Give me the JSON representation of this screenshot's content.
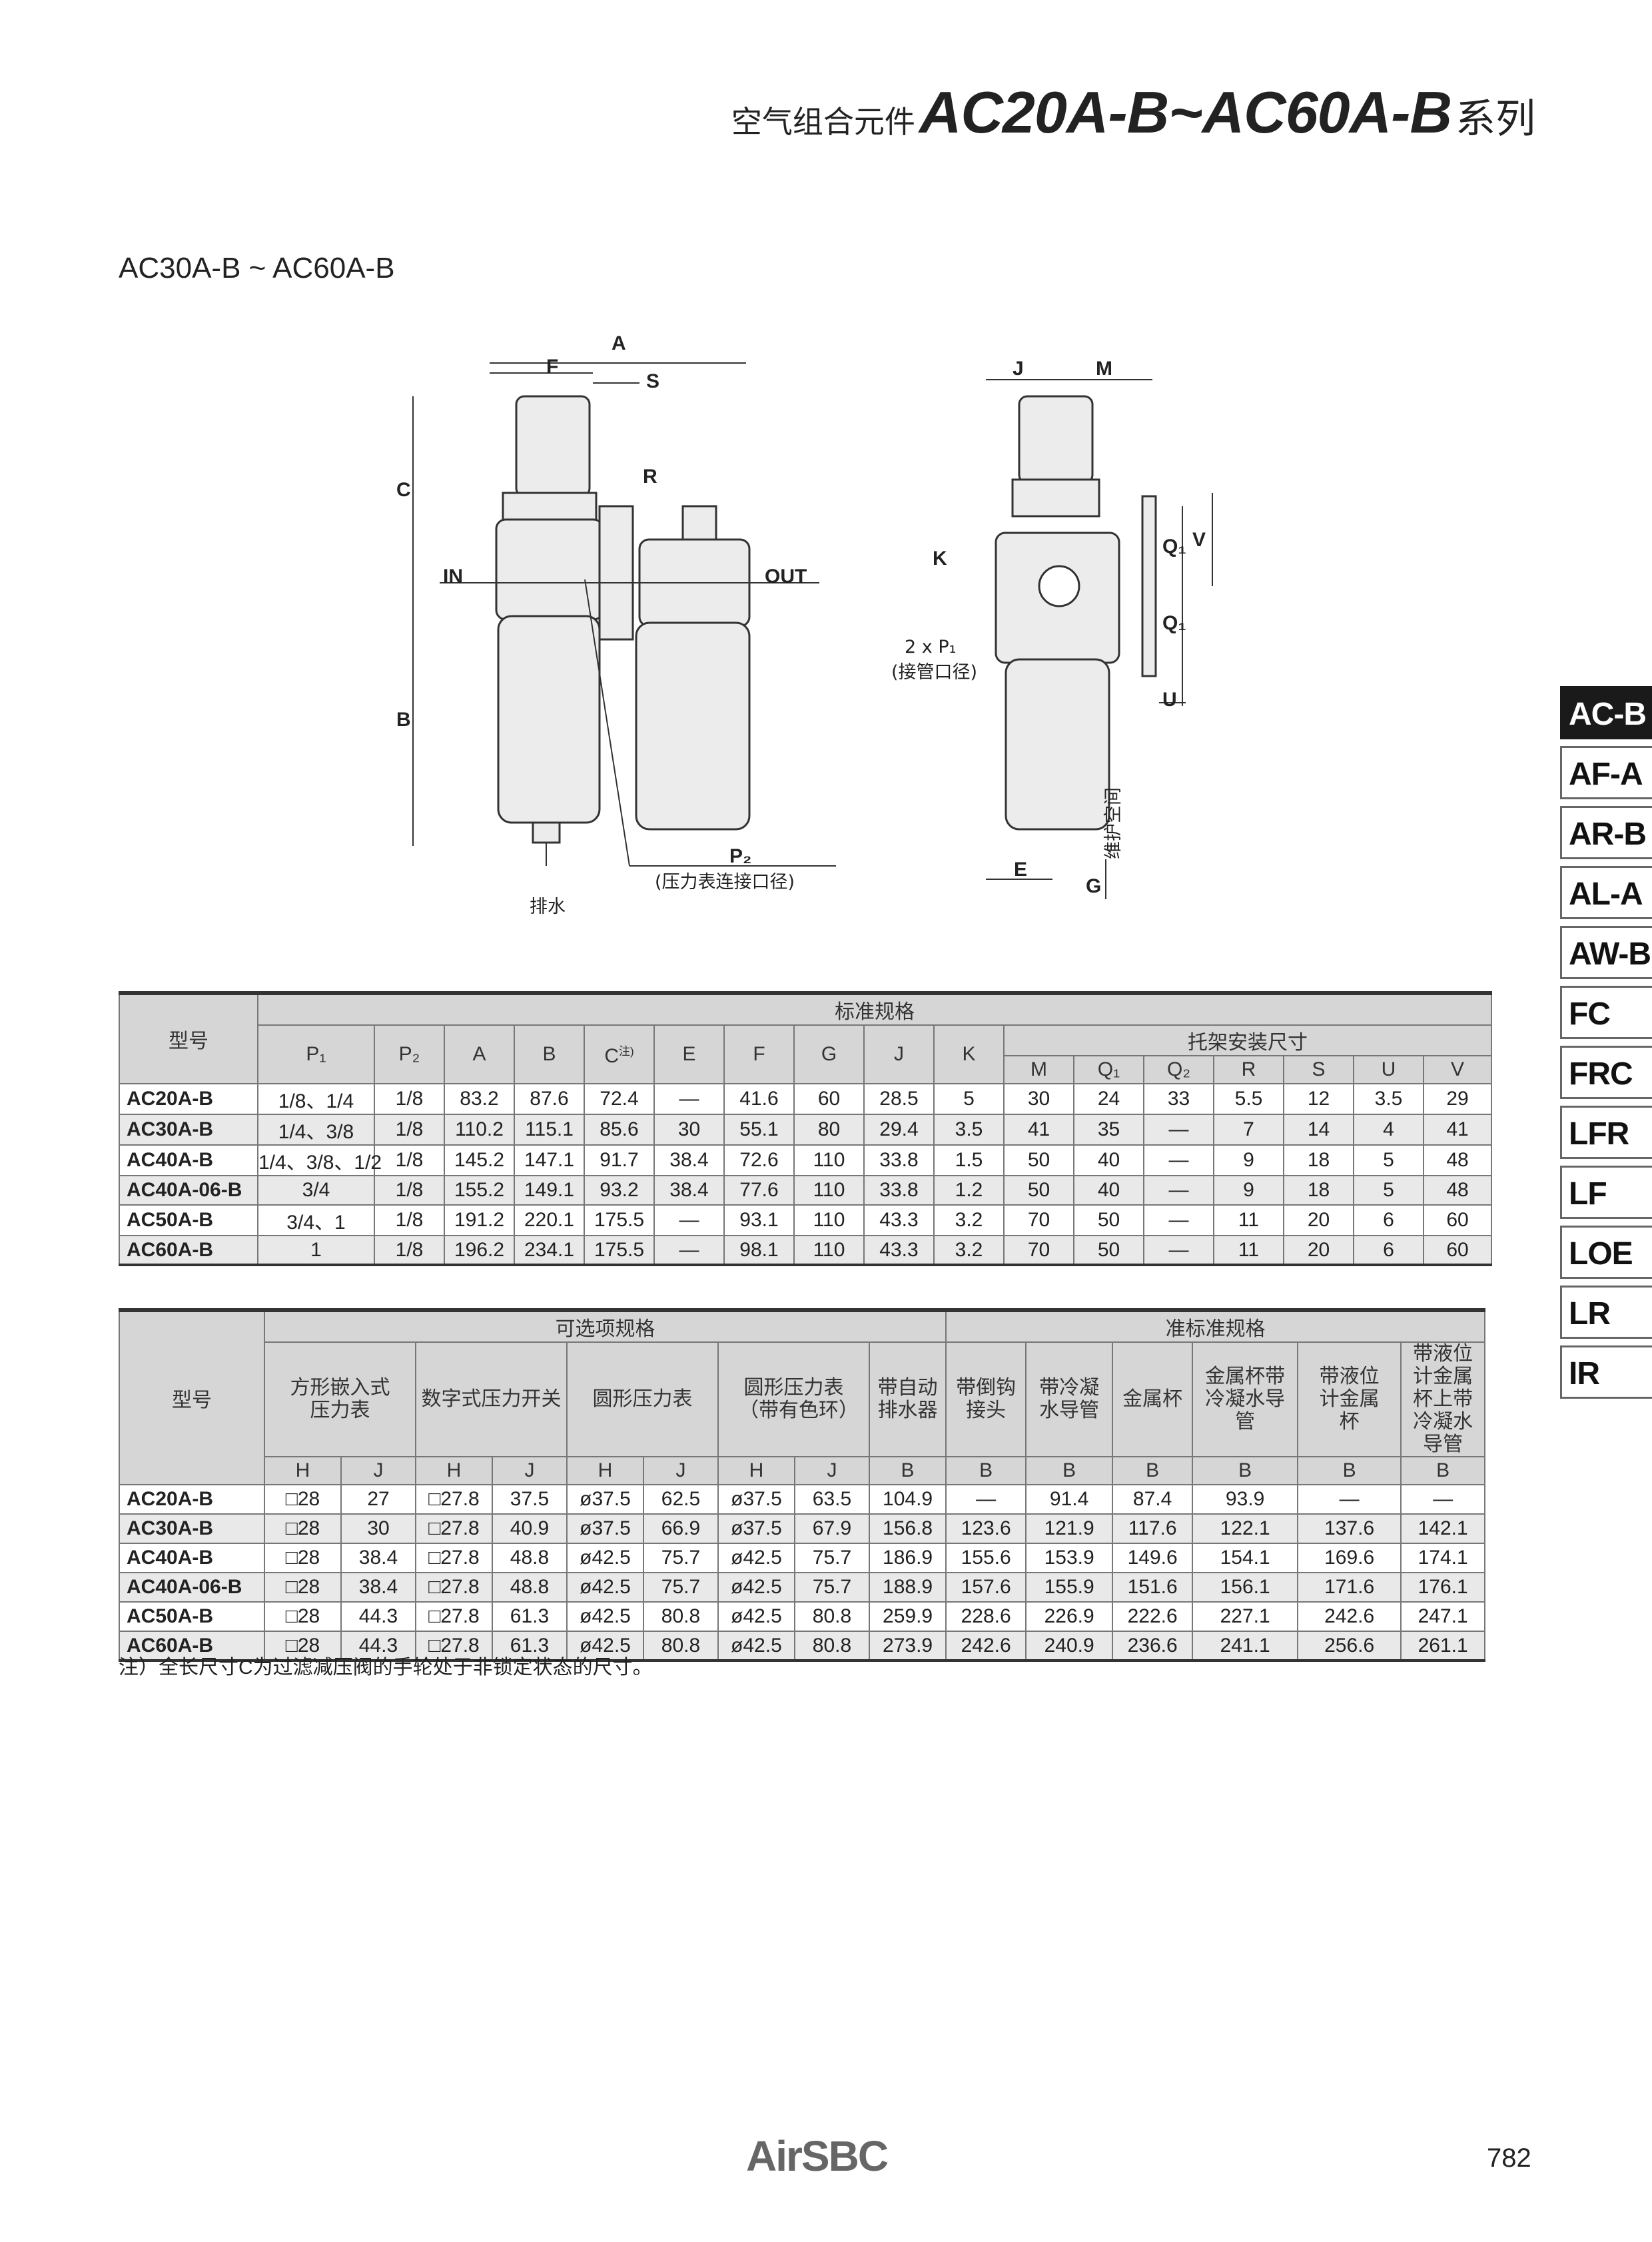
{
  "header": {
    "prefix": "空气组合元件",
    "series": "AC20A-B~AC60A-B",
    "suffix": "系列"
  },
  "subtitle": "AC30A-B ~ AC60A-B",
  "drawing": {
    "front": {
      "A": "A",
      "F": "F",
      "S": "S",
      "R": "R",
      "C": "C",
      "B": "B",
      "IN": "IN",
      "OUT": "OUT",
      "P2": "P₂",
      "p2_note": "(压力表连接口径)",
      "drain": "排水"
    },
    "side": {
      "J": "J",
      "M": "M",
      "K": "K",
      "V": "V",
      "Q1a": "Q₁",
      "Q1b": "Q₁",
      "U": "U",
      "E": "E",
      "G": "G",
      "p1": "2 x P₁",
      "p1_note": "(接管口径)",
      "maint": "维护空间"
    }
  },
  "tabs": [
    "AC-B",
    "AF-A",
    "AR-B",
    "AL-A",
    "AW-B",
    "FC",
    "FRC",
    "LFR",
    "LF",
    "LOE",
    "LR",
    "IR"
  ],
  "table1": {
    "model_header": "型号",
    "group_header": "标准规格",
    "bracket_header": "托架安装尺寸",
    "columns": [
      "P₁",
      "P₂",
      "A",
      "B",
      "C",
      "E",
      "F",
      "G",
      "J",
      "K"
    ],
    "c_note": "注)",
    "bracket_columns": [
      "M",
      "Q₁",
      "Q₂",
      "R",
      "S",
      "U",
      "V"
    ],
    "rows": [
      [
        "AC20A-B",
        "1/8、1/4",
        "1/8",
        "83.2",
        "87.6",
        "72.4",
        "—",
        "41.6",
        "60",
        "28.5",
        "5",
        "30",
        "24",
        "33",
        "5.5",
        "12",
        "3.5",
        "29"
      ],
      [
        "AC30A-B",
        "1/4、3/8",
        "1/8",
        "110.2",
        "115.1",
        "85.6",
        "30",
        "55.1",
        "80",
        "29.4",
        "3.5",
        "41",
        "35",
        "—",
        "7",
        "14",
        "4",
        "41"
      ],
      [
        "AC40A-B",
        "1/4、3/8、1/2",
        "1/8",
        "145.2",
        "147.1",
        "91.7",
        "38.4",
        "72.6",
        "110",
        "33.8",
        "1.5",
        "50",
        "40",
        "—",
        "9",
        "18",
        "5",
        "48"
      ],
      [
        "AC40A-06-B",
        "3/4",
        "1/8",
        "155.2",
        "149.1",
        "93.2",
        "38.4",
        "77.6",
        "110",
        "33.8",
        "1.2",
        "50",
        "40",
        "—",
        "9",
        "18",
        "5",
        "48"
      ],
      [
        "AC50A-B",
        "3/4、1",
        "1/8",
        "191.2",
        "220.1",
        "175.5",
        "—",
        "93.1",
        "110",
        "43.3",
        "3.2",
        "70",
        "50",
        "—",
        "11",
        "20",
        "6",
        "60"
      ],
      [
        "AC60A-B",
        "1",
        "1/8",
        "196.2",
        "234.1",
        "175.5",
        "—",
        "98.1",
        "110",
        "43.3",
        "3.2",
        "70",
        "50",
        "—",
        "11",
        "20",
        "6",
        "60"
      ]
    ]
  },
  "table2": {
    "model_header": "型号",
    "option_header": "可选项规格",
    "std_header": "准标准规格",
    "option_groups": [
      "方形嵌入式压力表",
      "数字式压力开关",
      "圆形压力表",
      "圆形压力表（带有色环）",
      "带自动排水器"
    ],
    "std_groups": [
      "带倒钩接头",
      "带冷凝水导管",
      "金属杯",
      "金属杯带冷凝水导管",
      "带液位计金属杯",
      "带液位计金属杯上带冷凝水导管"
    ],
    "sub": [
      "H",
      "J",
      "H",
      "J",
      "H",
      "J",
      "H",
      "J",
      "B",
      "B",
      "B",
      "B",
      "B",
      "B",
      "B"
    ],
    "rows": [
      [
        "AC20A-B",
        "□28",
        "27",
        "□27.8",
        "37.5",
        "ø37.5",
        "62.5",
        "ø37.5",
        "63.5",
        "104.9",
        "—",
        "91.4",
        "87.4",
        "93.9",
        "—",
        "—"
      ],
      [
        "AC30A-B",
        "□28",
        "30",
        "□27.8",
        "40.9",
        "ø37.5",
        "66.9",
        "ø37.5",
        "67.9",
        "156.8",
        "123.6",
        "121.9",
        "117.6",
        "122.1",
        "137.6",
        "142.1"
      ],
      [
        "AC40A-B",
        "□28",
        "38.4",
        "□27.8",
        "48.8",
        "ø42.5",
        "75.7",
        "ø42.5",
        "75.7",
        "186.9",
        "155.6",
        "153.9",
        "149.6",
        "154.1",
        "169.6",
        "174.1"
      ],
      [
        "AC40A-06-B",
        "□28",
        "38.4",
        "□27.8",
        "48.8",
        "ø42.5",
        "75.7",
        "ø42.5",
        "75.7",
        "188.9",
        "157.6",
        "155.9",
        "151.6",
        "156.1",
        "171.6",
        "176.1"
      ],
      [
        "AC50A-B",
        "□28",
        "44.3",
        "□27.8",
        "61.3",
        "ø42.5",
        "80.8",
        "ø42.5",
        "80.8",
        "259.9",
        "228.6",
        "226.9",
        "222.6",
        "227.1",
        "242.6",
        "247.1"
      ],
      [
        "AC60A-B",
        "□28",
        "44.3",
        "□27.8",
        "61.3",
        "ø42.5",
        "80.8",
        "ø42.5",
        "80.8",
        "273.9",
        "242.6",
        "240.9",
        "236.6",
        "241.1",
        "256.6",
        "261.1"
      ]
    ]
  },
  "note": "注）全长尺寸C为过滤减压阀的手轮处于非锁定状态的尺寸。",
  "brand": "AirSBC",
  "page_number": "782"
}
